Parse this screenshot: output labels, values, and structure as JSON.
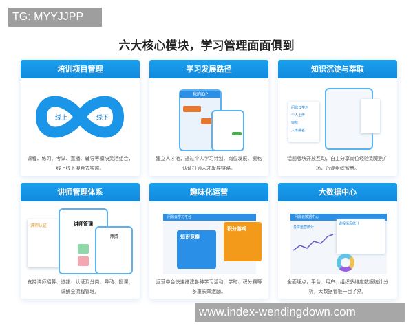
{
  "badge": "TG: MYYJJPP",
  "title": "六大核心模块，学习管理面面俱到",
  "cards": [
    {
      "title": "培训项目管理",
      "desc": "课程、练习、考试、直播、辅导等模块灵活组合，线上线下混合式实施。",
      "labels": [
        "线上",
        "线下"
      ]
    },
    {
      "title": "学习发展路径",
      "desc": "建立人才池，通过个人学习计划、岗位发展、资格认证打通人才发展链路。",
      "labels": [
        "我的IDP"
      ]
    },
    {
      "title": "知识沉淀与萃取",
      "desc": "话题版块开放互动，自主分享岗位经验到案例广场，沉淀组织智慧。",
      "labels": [
        "问鼎云学习",
        "个人上传",
        "审核",
        "入库排名"
      ]
    },
    {
      "title": "讲师管理体系",
      "desc": "支持讲师招募、选拔、认证及分类、异动、授课、课酬全流程管理。",
      "labels": [
        "讲师认证",
        "讲师管理",
        "师资"
      ]
    },
    {
      "title": "趣味化运营",
      "desc": "运营中台快速搭建各种学习活动、学时、积分赛等多重长效激励。",
      "labels": [
        "问鼎云学习平台",
        "知识竞赛",
        "积分游戏"
      ]
    },
    {
      "title": "大数据中心",
      "desc": "全面埋点，平台、用户、组织多维度数据统计分析，大数据看板一目了然。",
      "labels": [
        "问鼎云数据中心",
        "总体运营统计",
        "课程情况统计"
      ]
    }
  ],
  "watermark": "www.index-wendingdown.com",
  "colors": {
    "accent": "#1289dd",
    "orange": "#f39a1a"
  }
}
